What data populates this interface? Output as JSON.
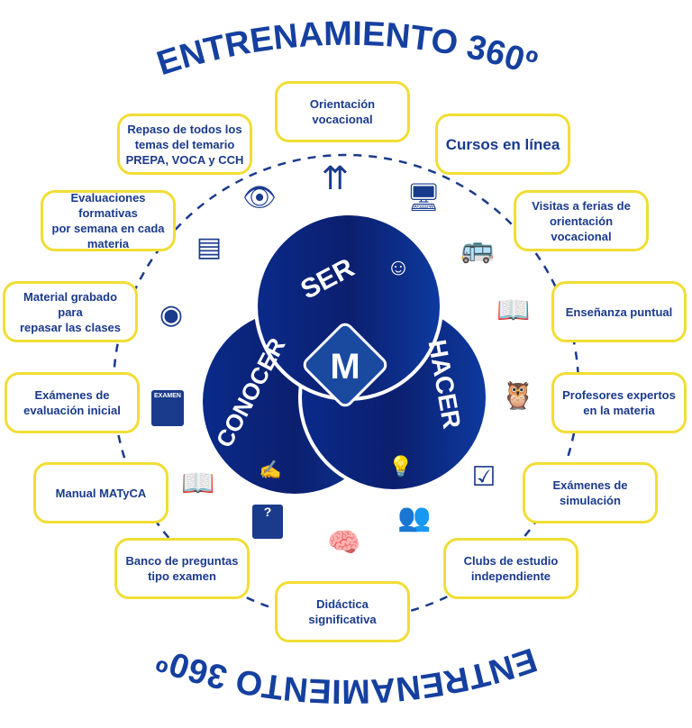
{
  "title_top": "ENTRENAMIENTO 360º",
  "title_bottom": "ENTRENAMIENTO 360º",
  "center": {
    "ser": "SER",
    "conocer": "CONOCER",
    "hacer": "HACER",
    "logo": "M"
  },
  "items": [
    "Orientación\nvocacional",
    "Repaso de todos los\ntemas del temario\nPREPA, VOCA y CCH",
    "Cursos en línea",
    "Evaluaciones formativas\npor semana en cada\nmateria",
    "Visitas a ferias de\norientación vocacional",
    "Material grabado para\nrepasar las clases",
    "Enseñanza puntual",
    "Exámenes de\nevaluación inicial",
    "Profesores expertos\nen la materia",
    "Manual MATyCA",
    "Exámenes de\nsimulación",
    "Banco de preguntas\ntipo examen",
    "Clubs de estudio\nindependiente",
    "Didáctica\nsignificativa"
  ],
  "icons": {
    "exam_label": "EXAMEN",
    "question_label": "?"
  },
  "colors": {
    "navy": "#0f2c86",
    "text": "#1a3a8c",
    "border": "#f1dd35"
  }
}
